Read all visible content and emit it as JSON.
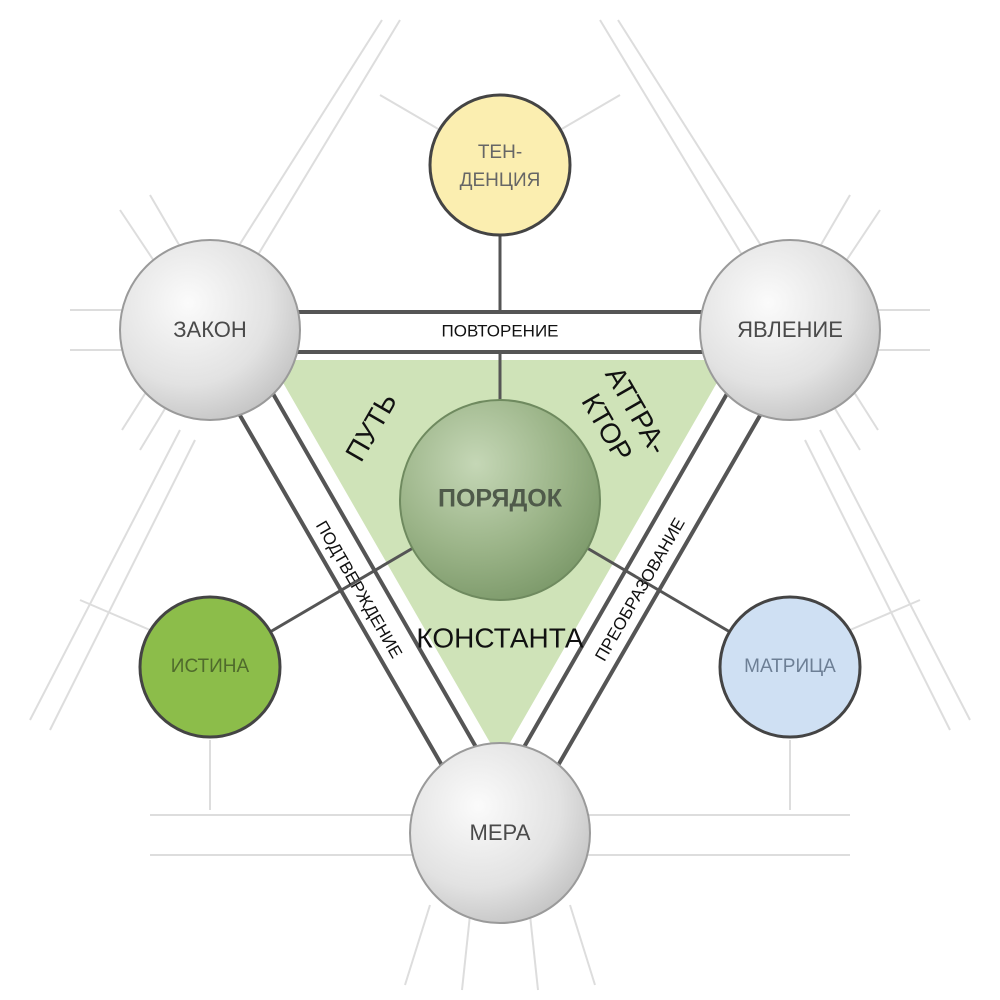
{
  "nodes": {
    "zakon": "ЗАКОН",
    "yavlenie": "ЯВЛЕНИЕ",
    "mera": "МЕРА"
  },
  "satellites": {
    "tendentsiya": [
      "ТЕН-",
      "ДЕНЦИЯ"
    ],
    "istina": "ИСТИНА",
    "matritsa": "МАТРИЦА"
  },
  "edges": {
    "top": "ПОВТОРЕНИЕ",
    "left": "ПОДТВЕРЖДЕНИЕ",
    "right": "ПРЕОБРАЗОВАНИЕ"
  },
  "inner": {
    "put": "ПУТЬ",
    "attraktor": [
      "АТТРА-",
      "КТОР"
    ],
    "konstanta": "КОНСТАНТА"
  },
  "center": "ПОРЯДОК",
  "colors": {
    "triangle_fill": "#cfe3b8",
    "center_sphere": "#9bb488",
    "tendentsiya": "#fbeeb0",
    "istina": "#8cbd4a",
    "matritsa": "#cfe0f3",
    "sphere_gray": "#e2e2e2",
    "lines": "#555555",
    "background_lines": "#dddddd"
  }
}
